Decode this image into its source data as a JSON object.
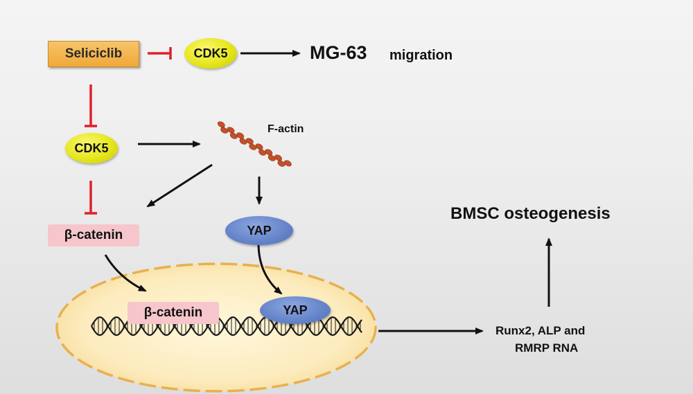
{
  "nodes": {
    "seliciclib": "Seliciclib",
    "cdk5_top": "CDK5",
    "mg63_main": "MG-63",
    "mg63_sub": "migration",
    "cdk5_left": "CDK5",
    "factin": "F-actin",
    "bcat_cyto": "β-catenin",
    "yap_cyto": "YAP",
    "bcat_nuc": "β-catenin",
    "yap_nuc": "YAP",
    "bmsc": "BMSC osteogenesis",
    "runx2_line1": "Runx2, ALP and",
    "runx2_line2": "RMRP RNA"
  },
  "colors": {
    "inhibit": "#e0202a",
    "activate": "#111111",
    "seliciclib_fill": "#f0a838",
    "cdk5_fill": "#e6e61e",
    "yap_fill": "#6483c9",
    "bcatenin_fill": "#f6c6cc",
    "nucleus_fill": "#fbe7b4",
    "nucleus_border": "#e8b04e",
    "factin_fill": "#c4502a",
    "dna_stroke": "#1a1a1a"
  }
}
